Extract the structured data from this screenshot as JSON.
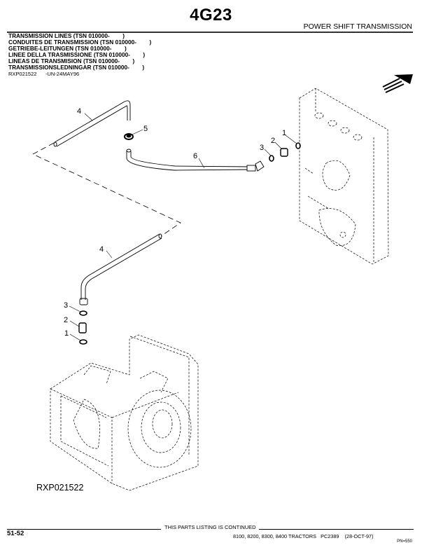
{
  "header": {
    "page_code": "4G23",
    "section_title": "POWER SHIFT TRANSMISSION"
  },
  "titles": [
    "TRANSMISSION LINES (TSN 010000-        )",
    "CONDUITES DE TRANSMISSION (TSN 010000-        )",
    "GETRIEBE-LEITUNGEN (TSN 010000-        )",
    "LINEE DELLA TRASMISSIONE (TSN 010000-        )",
    "LINEAS DE TRANSMISION (TSN 010000-        )",
    "TRANSMISSIONSLEDNINGAR (TSN 010000-        )"
  ],
  "illustration_ref": {
    "id": "RXP021522",
    "code": "-UN-24MAY96"
  },
  "diagram": {
    "figure_id": "RXP021522",
    "callouts": [
      "1",
      "2",
      "3",
      "4",
      "5",
      "6",
      "4",
      "3",
      "2",
      "1"
    ],
    "front_arrow": "direction-arrow"
  },
  "footer": {
    "page_number": "51-52",
    "continued": "THIS PARTS LISTING IS CONTINUED",
    "tractors": "8100, 8200, 8300, 8400 TRACTORS",
    "catalog": "PC2389",
    "date": "(28-OCT-97)",
    "pn": "PN=550"
  }
}
